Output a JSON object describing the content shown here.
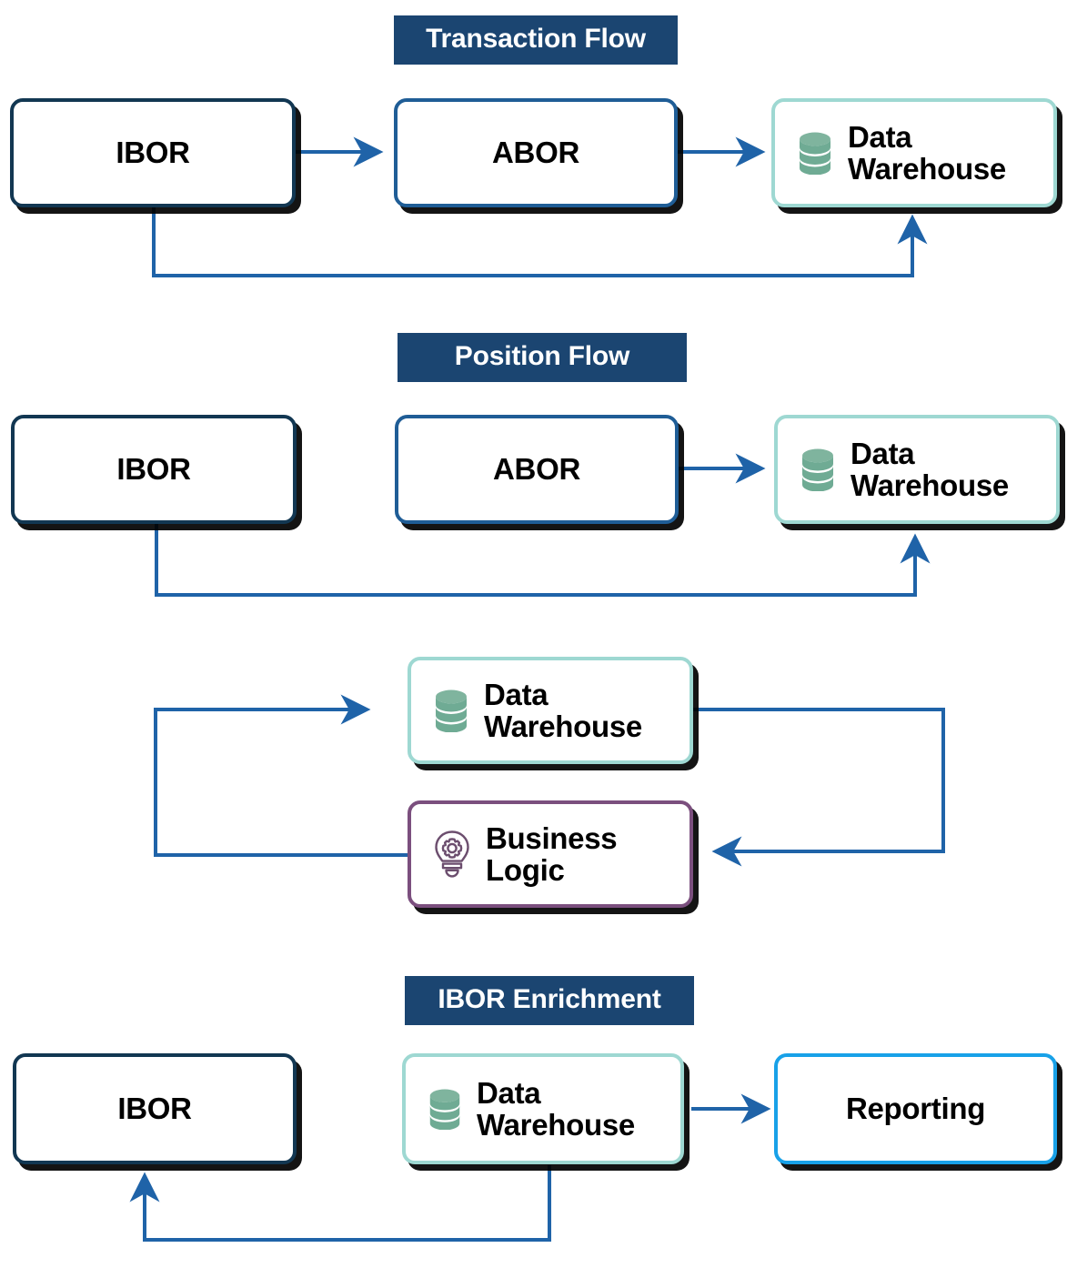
{
  "colors": {
    "header_bg": "#1b4571",
    "header_text": "#ffffff",
    "wire": "#1f63a8",
    "border_navy": "#123752",
    "border_steel": "#1f5d96",
    "border_teal": "#9ed8d2",
    "border_purple": "#7b4f7e",
    "border_blue": "#18a1e8",
    "database_icon": "#6fab94",
    "bulb_icon": "#6c4e6e",
    "node_fill": "#ffffff",
    "shadow": "#000000"
  },
  "sections": [
    {
      "id": "transaction-flow",
      "title": "Transaction Flow"
    },
    {
      "id": "position-flow",
      "title": "Position Flow"
    },
    {
      "id": "ibor-enrichment",
      "title": "IBOR Enrichment"
    }
  ],
  "nodes": {
    "tf_ibor": {
      "label": "IBOR",
      "icon": null,
      "border": "navy"
    },
    "tf_abor": {
      "label": "ABOR",
      "icon": null,
      "border": "steel"
    },
    "tf_dw": {
      "label": "Data\nWarehouse",
      "icon": "database-icon",
      "border": "teal"
    },
    "pf_ibor": {
      "label": "IBOR",
      "icon": null,
      "border": "navy"
    },
    "pf_abor": {
      "label": "ABOR",
      "icon": null,
      "border": "steel"
    },
    "pf_dw": {
      "label": "Data\nWarehouse",
      "icon": "database-icon",
      "border": "teal"
    },
    "loop_dw": {
      "label": "Data\nWarehouse",
      "icon": "database-icon",
      "border": "teal"
    },
    "loop_bl": {
      "label": "Business\nLogic",
      "icon": "lightbulb-gear-icon",
      "border": "purple"
    },
    "ie_ibor": {
      "label": "IBOR",
      "icon": null,
      "border": "navy"
    },
    "ie_dw": {
      "label": "Data\nWarehouse",
      "icon": "database-icon",
      "border": "teal"
    },
    "ie_report": {
      "label": "Reporting",
      "icon": null,
      "border": "blue"
    }
  },
  "connections": [
    {
      "from": "tf_ibor",
      "to": "tf_abor",
      "kind": "straight-right"
    },
    {
      "from": "tf_abor",
      "to": "tf_dw",
      "kind": "straight-right"
    },
    {
      "from": "tf_ibor",
      "to": "tf_dw",
      "kind": "loop-below-up"
    },
    {
      "from": "pf_abor",
      "to": "pf_dw",
      "kind": "straight-right"
    },
    {
      "from": "pf_ibor",
      "to": "pf_dw",
      "kind": "loop-below-up"
    },
    {
      "from": "loop_bl",
      "to": "loop_dw",
      "kind": "loop-left-up"
    },
    {
      "from": "loop_dw",
      "to": "loop_bl",
      "kind": "loop-right-down"
    },
    {
      "from": "ie_dw",
      "to": "ie_report",
      "kind": "straight-right"
    },
    {
      "from": "ie_dw",
      "to": "ie_ibor",
      "kind": "loop-below-up"
    }
  ]
}
